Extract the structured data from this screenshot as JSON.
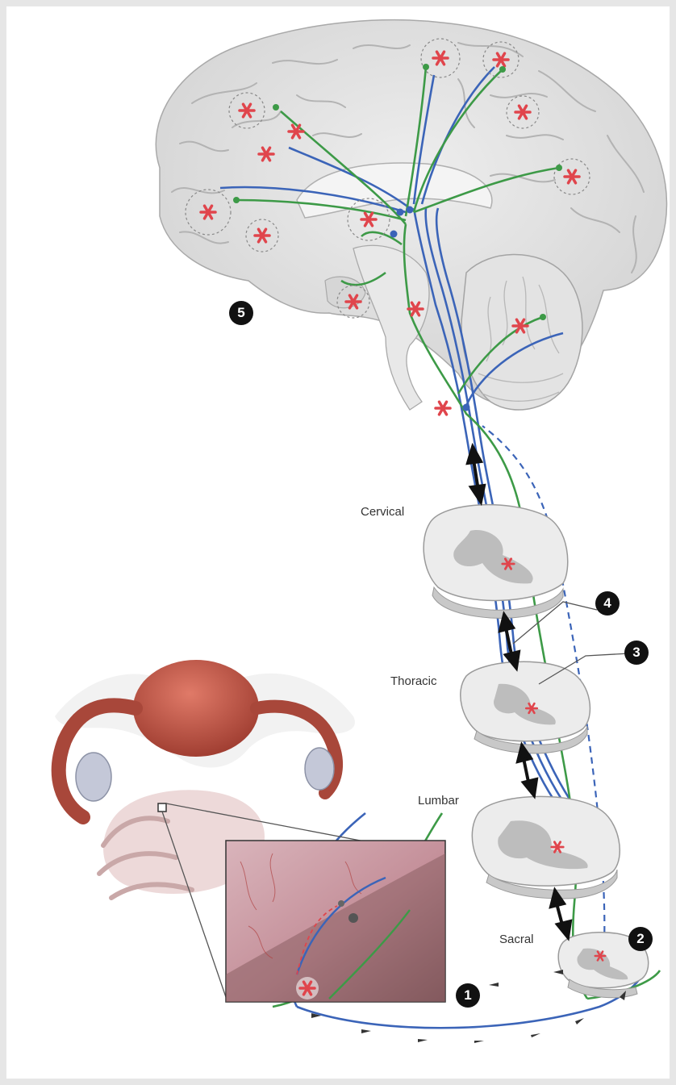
{
  "levels": {
    "cervical": "Cervical",
    "thoracic": "Thoracic",
    "lumbar": "Lumbar",
    "sacral": "Sacral"
  },
  "badges": {
    "one": "1",
    "two": "2",
    "three": "3",
    "four": "4",
    "five": "5"
  },
  "colors": {
    "ascending_pathway": "#3b64b8",
    "descending_pathway": "#3d9a47",
    "pain_focus": "#e0454c",
    "brain": "#dcdcdc",
    "uterus": "#b5493b",
    "inset_tissue": "#c89aa3"
  },
  "icons": [
    "pain-focus-asterisk-icon",
    "bidirectional-arrow-icon",
    "numbered-badge-icon"
  ]
}
